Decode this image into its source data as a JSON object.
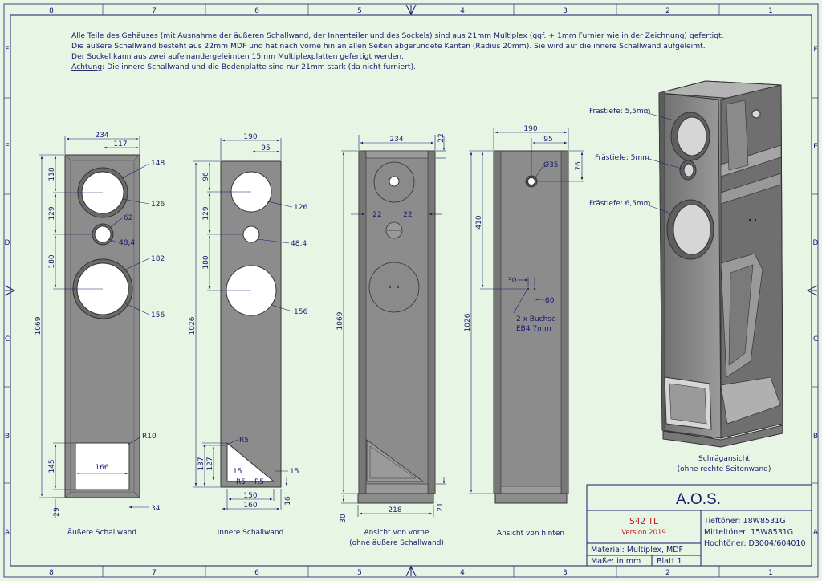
{
  "notes": [
    "Alle Teile des Gehäuses (mit Ausnahme der äußeren Schallwand, der Innenteiler und des Sockels) sind aus 21mm Multiplex (ggf. + 1mm Furnier wie in der Zeichnung) gefertigt.",
    "Die äußere Schallwand besteht aus 22mm MDF und hat nach vorne hin an allen Seiten abgerundete Kanten (Radius 20mm). Sie wird auf die innere Schallwand aufgeleimt.",
    "Der Sockel kann aus zwei aufeinandergeleimten 15mm Multiplexplatten gefertigt werden.",
    "Die innere Schallwand und die Bodenplatte sind nur 21mm stark (da nicht furniert)."
  ],
  "note_warning_prefix": "Achtung",
  "grid_columns": [
    "8",
    "7",
    "6",
    "5",
    "4",
    "3",
    "2",
    "1"
  ],
  "grid_rows": [
    "F",
    "E",
    "D",
    "C",
    "B",
    "A"
  ],
  "views": {
    "outer_baffle": {
      "caption": "Äußere Schallwand",
      "dims": {
        "width": "234",
        "half": "117",
        "d1": "148",
        "d2": "126",
        "d3": "62",
        "d4": "48,4",
        "d5": "182",
        "d6": "156",
        "v1": "118",
        "v2": "129",
        "v3": "180",
        "total": "1069",
        "port_h": "145",
        "port_w": "166",
        "r": "R10",
        "bottom": "29",
        "side": "34"
      }
    },
    "inner_baffle": {
      "caption": "Innere Schallwand",
      "dims": {
        "width": "190",
        "half": "95",
        "v1": "96",
        "v2": "129",
        "v3": "180",
        "total": "1026",
        "d1": "126",
        "d2": "48,4",
        "d3": "156",
        "r5": "R5",
        "h1": "137",
        "h2": "127",
        "s1": "15",
        "s2": "15",
        "r5a": "R5",
        "r5b": "R5",
        "w1": "150",
        "w2": "160",
        "t": "16"
      }
    },
    "front": {
      "caption": "Ansicht von vorne",
      "caption2": "(ohne äußere Schallwand)",
      "dims": {
        "width": "234",
        "top": "22",
        "l": "22",
        "r": "22",
        "total": "1069",
        "bottom": "30",
        "base": "218",
        "base_h": "21"
      }
    },
    "back": {
      "caption": "Ansicht von hinten",
      "dims": {
        "width": "190",
        "half": "95",
        "hole": "Ø35",
        "top": "76",
        "v1": "410",
        "total": "1026",
        "a": "30",
        "b": "80",
        "sock1": "2 x Buchse",
        "sock2": "EB4 7mm"
      }
    },
    "iso": {
      "caption": "Schrägansicht",
      "caption2": "(ohne rechte Seitenwand)",
      "labels": [
        "Frästiefe: 5,5mm",
        "Frästiefe: 5mm",
        "Frästiefe: 6,5mm"
      ]
    }
  },
  "title_block": {
    "company": "A.O.S.",
    "model": "S42 TL",
    "version": "Version 2019",
    "material": "Material: Multiplex, MDF",
    "units": "Maße: in mm",
    "sheet": "Blatt 1",
    "drivers": [
      "Tieftöner: 18W8531G",
      "Mitteltöner: 15W8531G",
      "Hochtöner: D3004/604010"
    ]
  },
  "colors": {
    "background": "#e7f5e4",
    "line": "#1a1a6e",
    "panel": "#8c8c8c",
    "hole": "#ffffff",
    "accent": "#c0151a"
  }
}
